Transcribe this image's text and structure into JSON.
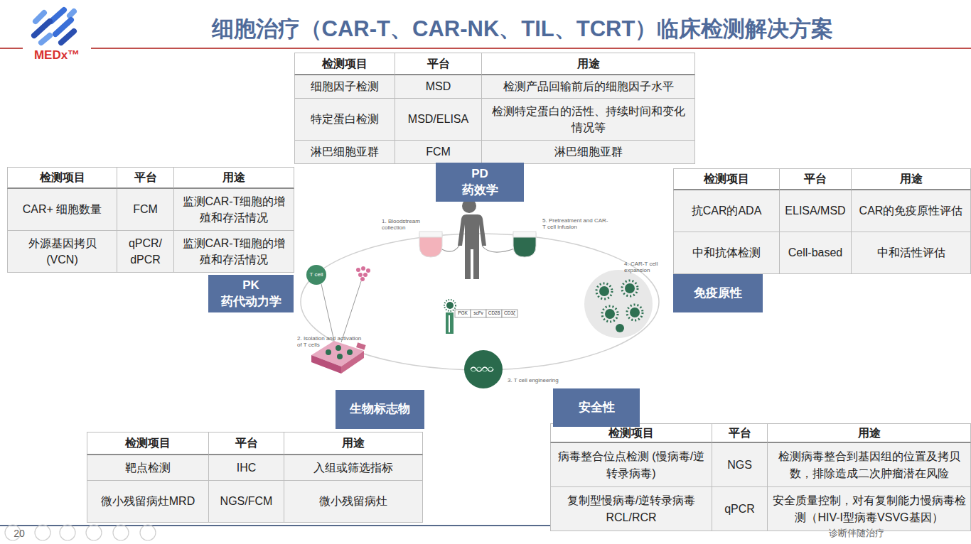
{
  "diagram": {
    "title": "细胞治疗（CAR-T、CAR-NK、TIL、TCRT）临床检测解决方案",
    "nodes": [
      {
        "text": [
          "PD",
          "药效学"
        ]
      },
      {
        "text": [
          "PK",
          "药代动力学"
        ]
      },
      {
        "text": [
          "免疫原性"
        ]
      },
      {
        "text": [
          "生物标志物"
        ]
      },
      {
        "text": [
          "安全性"
        ]
      }
    ],
    "labels": [
      "MEDx™",
      "检测项目",
      "平台",
      "用途",
      "细胞因子检测",
      "MSD",
      "检测产品回输前后的细胞因子水平",
      "特定蛋白检测",
      "MSD/ELISA",
      "检测特定蛋白的活性、持续时间和变化情况等",
      "淋巴细胞亚群",
      "FCM",
      "淋巴细胞亚群",
      "检测项目",
      "平台",
      "用途",
      "CAR+ 细胞数量",
      "FCM",
      "监测CAR-T细胞的增殖和存活情况",
      "外源基因拷贝 (VCN)",
      "qPCR/ dPCR",
      "监测CAR-T细胞的增殖和存活情况",
      "检测项目",
      "平台",
      "用途",
      "抗CAR的ADA",
      "ELISA/MSD",
      "CAR的免疫原性评估",
      "中和抗体检测",
      "Cell-based",
      "中和活性评估",
      "1. Bloodstream collection",
      "5. Pretreatment and CAR-T cell infusion",
      "T cell",
      "4. CAR-T cell expansion",
      "PGK",
      "scFv",
      "CD28",
      "CD3ζ",
      "2. Isolation and activation of T cells",
      "3. T cell engineering",
      "检测项目",
      "平台",
      "用途",
      "靶点检测",
      "IHC",
      "入组或筛选指标",
      "微小残留病灶MRD",
      "NGS/FCM",
      "微小残留病灶",
      "检测项目",
      "平台",
      "用途",
      "病毒整合位点检测 (慢病毒/逆转录病毒)",
      "NGS",
      "检测病毒整合到基因组的位置及拷贝数，排除造成二次肿瘤潜在风险",
      "复制型慢病毒/逆转录病毒 RCL/RCR",
      "qPCR",
      "安全质量控制，对有复制能力慢病毒检测（HIV-I型病毒VSVG基因）",
      "20",
      "诊断伴随治疗"
    ]
  }
}
